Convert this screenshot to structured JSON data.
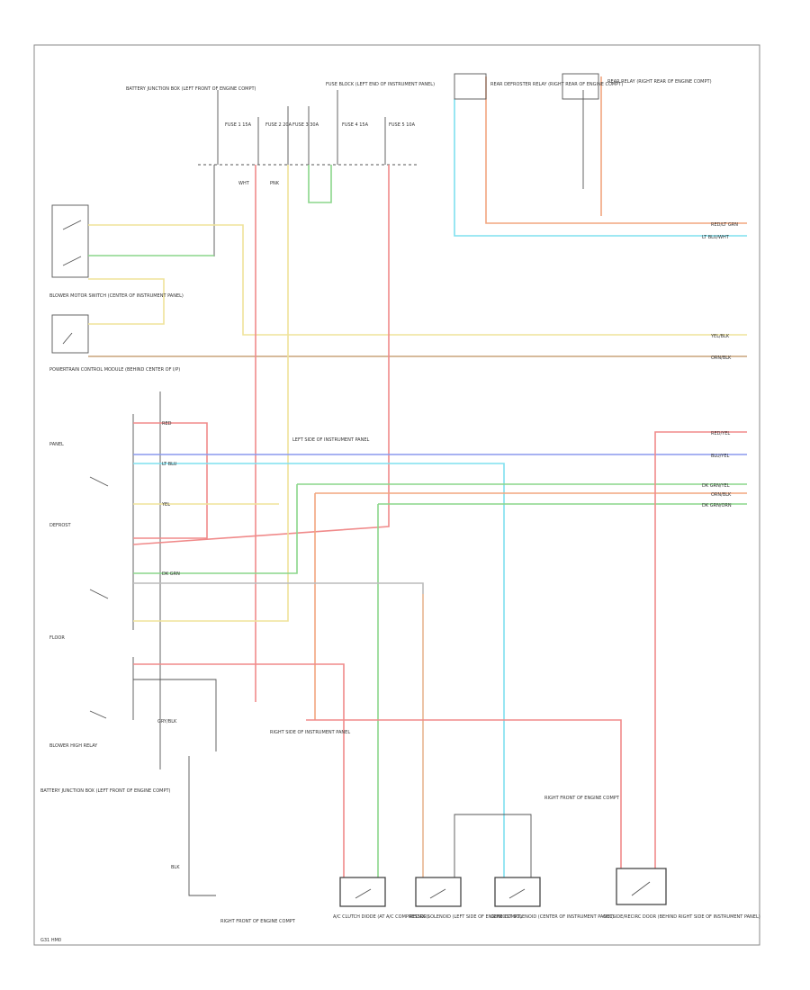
{
  "diagram": {
    "footer_code": "G31 HM0",
    "note_top_left_fuse": "BATTERY JUNCTION BOX (LEFT FRONT OF ENGINE COMPT)",
    "note_center_fuse": "FUSE BLOCK (LEFT END OF INSTRUMENT PANEL)",
    "note_rear_defroster": "REAR DEFROSTER RELAY (RIGHT REAR OF ENGINE COMPT)",
    "note_rear_relay": "REAR RELAY (RIGHT REAR OF ENGINE COMPT)",
    "note_blower_switch": "BLOWER MOTOR SWITCH (CENTER OF INSTRUMENT PANEL)",
    "note_pcm": "POWERTRAIN CONTROL MODULE (BEHIND CENTER OF I/P)",
    "note_splice_center": "LEFT SIDE OF INSTRUMENT PANEL",
    "note_splice_right": "RIGHT SIDE OF INSTRUMENT PANEL",
    "note_ground_bottom": "RIGHT FRONT OF ENGINE COMPT",
    "note_bottom_left": "BATTERY JUNCTION BOX (LEFT FRONT OF ENGINE COMPT)",
    "note_right_front": "RIGHT FRONT OF ENGINE COMPT",
    "left_components": [
      {
        "label": "DEFROST"
      },
      {
        "label": "FLOOR"
      },
      {
        "label": "PANEL"
      },
      {
        "label": "BLOWER HIGH RELAY"
      }
    ],
    "right_wires": [
      {
        "label": "RED/LT GRN",
        "color": "#e07a7a"
      },
      {
        "label": "LT BLU/WHT",
        "color": "#66c9d9"
      },
      {
        "label": "YEL/BLK",
        "color": "#e6d98a"
      },
      {
        "label": "ORN/BLK",
        "color": "#c9a37a"
      },
      {
        "label": "RED/YEL",
        "color": "#e07a7a"
      },
      {
        "label": "BLU/YEL",
        "color": "#7a8ae0"
      },
      {
        "label": "DK GRN/YEL",
        "color": "#7ac97a"
      },
      {
        "label": "ORN/BLK",
        "color": "#e6a07a"
      },
      {
        "label": "DK GRN/ORN",
        "color": "#7ac97a"
      }
    ],
    "bottom_components": [
      {
        "label": "A/C CLUTCH DIODE (AT A/C COMPRESSOR)"
      },
      {
        "label": "RECIRC SOLENOID (LEFT SIDE OF ENGINE COMPT)"
      },
      {
        "label": "DEFROST SOLENOID (CENTER OF INSTRUMENT PANEL)"
      },
      {
        "label": "OUTSIDE/RECIRC DOOR (BEHIND RIGHT SIDE OF INSTRUMENT PANEL)"
      }
    ],
    "fuse_labels": [
      "FUSE 1 15A",
      "FUSE 2 20A",
      "FUSE 3 30A",
      "FUSE 4 15A",
      "FUSE 5 10A"
    ],
    "wire_labels_misc": [
      "RED",
      "YEL",
      "LT BLU",
      "DK GRN",
      "PNK",
      "BLK",
      "WHT",
      "GRY/BLK"
    ]
  }
}
